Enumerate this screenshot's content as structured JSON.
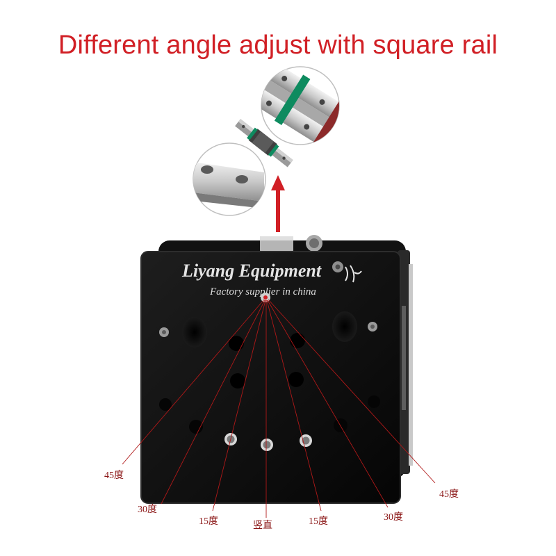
{
  "headline": "Different angle adjust with square rail",
  "plate": {
    "brand": "Liyang Equipment",
    "tagline": "Factory supplier in china"
  },
  "angle_labels": {
    "left_45": "45度",
    "left_30": "30度",
    "left_15": "15度",
    "vertical": "竖直",
    "right_15": "15度",
    "right_30": "30度",
    "right_45": "45度"
  },
  "colors": {
    "headline": "#d11f25",
    "laser_lines": "#b01818",
    "plate": "#0d0d0d"
  }
}
